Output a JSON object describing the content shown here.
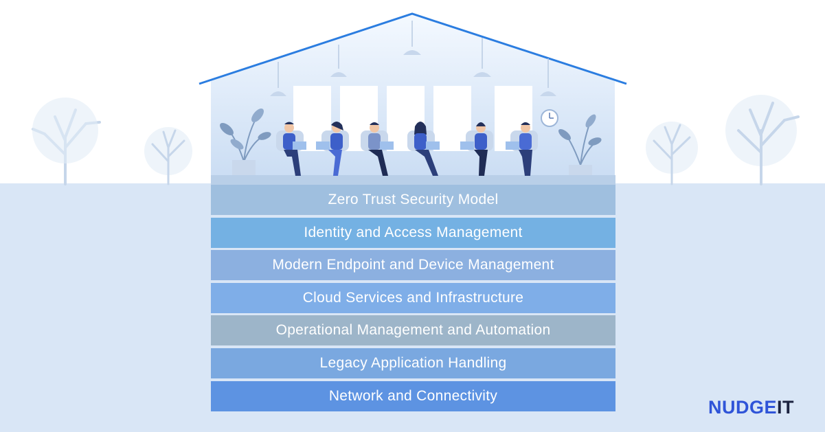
{
  "layers": [
    {
      "label": "Zero Trust Security Model",
      "color": "#9fbfdf"
    },
    {
      "label": "Identity and Access Management",
      "color": "#74b1e3"
    },
    {
      "label": "Modern Endpoint and Device Management",
      "color": "#8cb0e0"
    },
    {
      "label": "Cloud Services and Infrastructure",
      "color": "#7faee8"
    },
    {
      "label": "Operational Management and Automation",
      "color": "#9db5c9"
    },
    {
      "label": "Legacy Application Handling",
      "color": "#7aa8e0"
    },
    {
      "label": "Network and Connectivity",
      "color": "#5d93e2"
    }
  ],
  "logo": {
    "part1": "NUDGE",
    "part2": "IT"
  },
  "colors": {
    "roof": "#2b7de0",
    "ground": "#d9e6f6",
    "people": "#3d5fc9"
  }
}
